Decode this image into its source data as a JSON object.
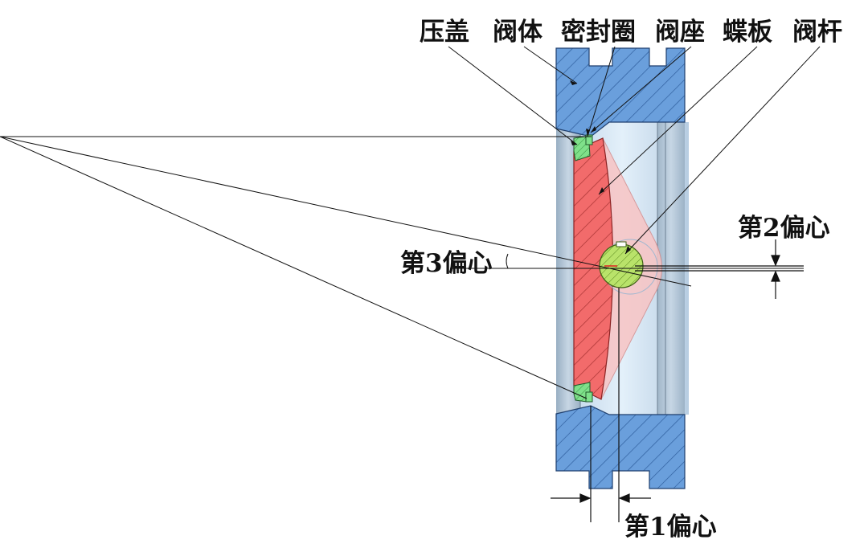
{
  "labels": {
    "gland": "压盖",
    "valve_body": "阀体",
    "seal_ring": "密封圈",
    "valve_seat": "阀座",
    "butterfly_disc": "蝶板",
    "valve_stem": "阀杆",
    "offset_1": "第1偏心",
    "offset_2": "第2偏心",
    "offset_3": "第3偏心"
  },
  "colors": {
    "valve_body": "#6a9fdc",
    "valve_body_dark": "#3f77bf",
    "disc": "#f26b6b",
    "disc_light": "#f8c4c4",
    "seal": "#7fe08a",
    "stem": "#b9e36a",
    "bore": "#d9ecf8",
    "line": "#111111"
  }
}
